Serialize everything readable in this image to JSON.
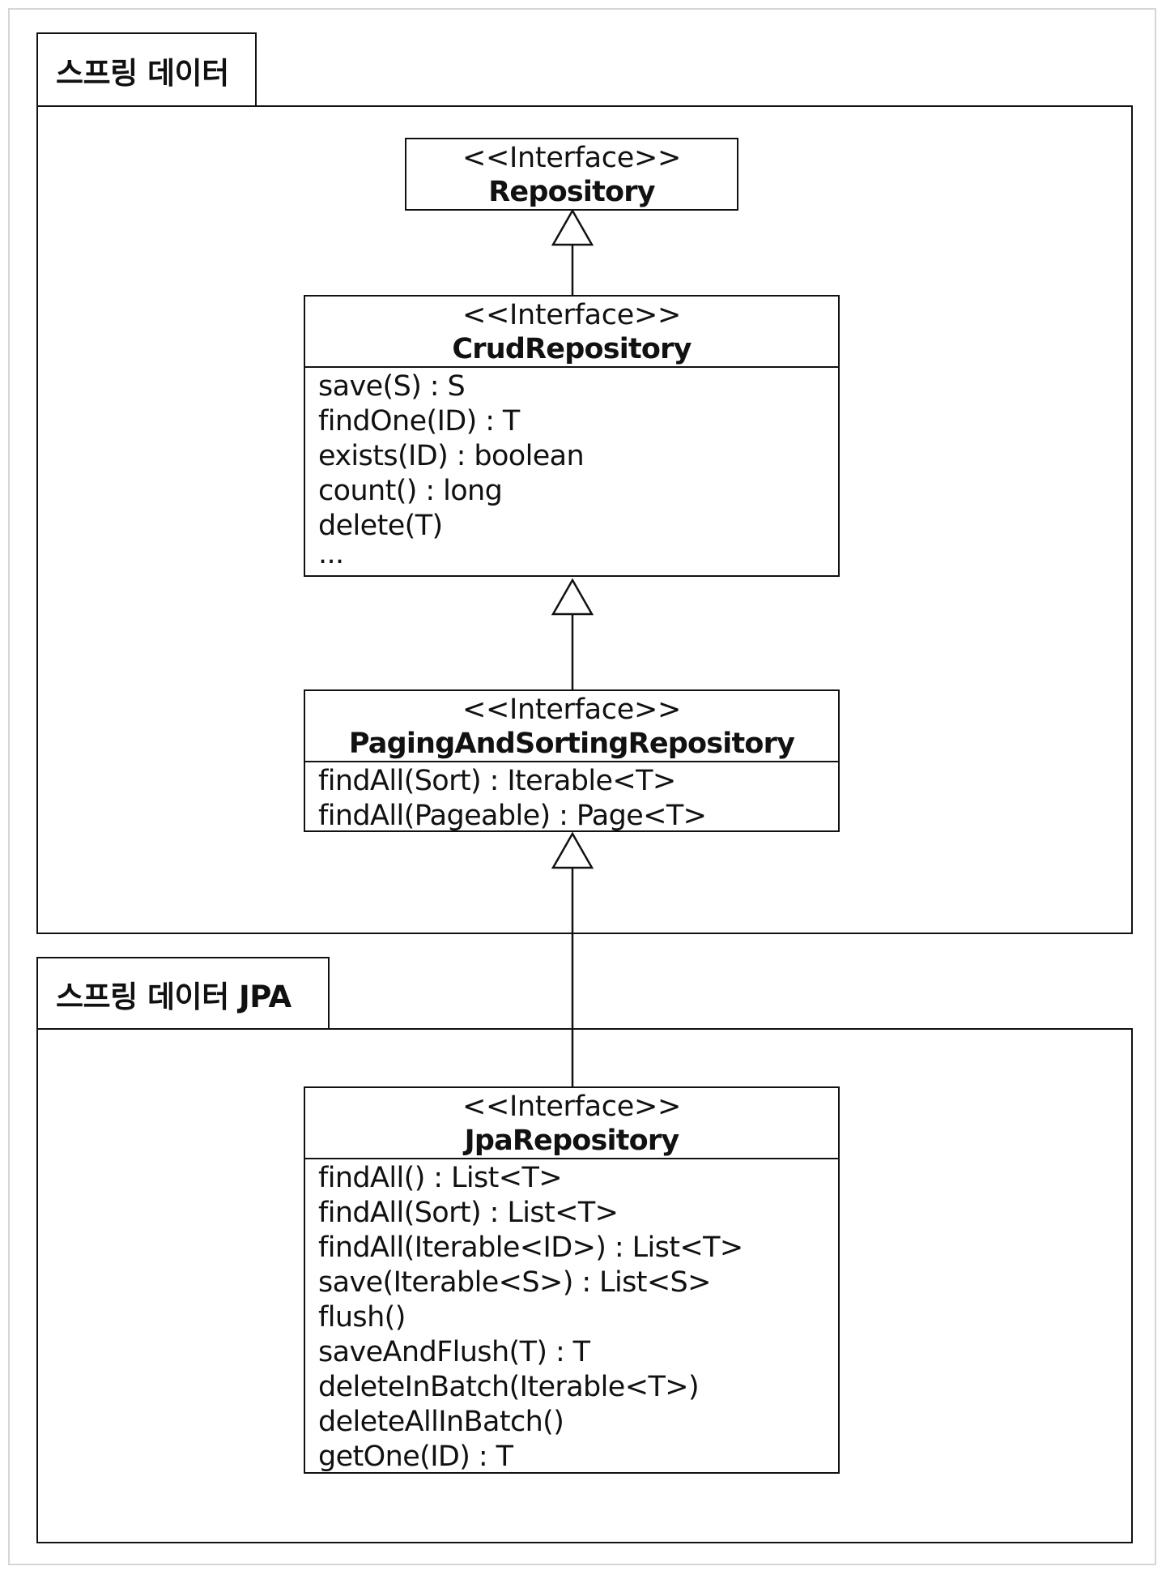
{
  "packages": {
    "spring_data": {
      "label": "스프링 데이터"
    },
    "spring_data_jpa": {
      "label": "스프링 데이터 JPA"
    }
  },
  "interfaces": {
    "repository": {
      "stereotype": "<<Interface>>",
      "name": "Repository",
      "members": []
    },
    "crud": {
      "stereotype": "<<Interface>>",
      "name": "CrudRepository",
      "members": [
        "save(S) : S",
        "findOne(ID) : T",
        "exists(ID) : boolean",
        "count() : long",
        "delete(T)",
        "..."
      ]
    },
    "paging": {
      "stereotype": "<<Interface>>",
      "name": "PagingAndSortingRepository",
      "members": [
        "findAll(Sort) : Iterable<T>",
        "findAll(Pageable) : Page<T>"
      ]
    },
    "jpa": {
      "stereotype": "<<Interface>>",
      "name": "JpaRepository",
      "members": [
        "findAll() : List<T>",
        "findAll(Sort) : List<T>",
        "findAll(Iterable<ID>) : List<T>",
        "save(Iterable<S>) : List<S>",
        "flush()",
        "saveAndFlush(T) : T",
        "deleteInBatch(Iterable<T>)",
        "deleteAllInBatch()",
        "getOne(ID) : T"
      ]
    }
  },
  "relations": [
    {
      "from": "CrudRepository",
      "to": "Repository",
      "type": "generalization"
    },
    {
      "from": "PagingAndSortingRepository",
      "to": "CrudRepository",
      "type": "generalization"
    },
    {
      "from": "JpaRepository",
      "to": "PagingAndSortingRepository",
      "type": "generalization"
    }
  ]
}
